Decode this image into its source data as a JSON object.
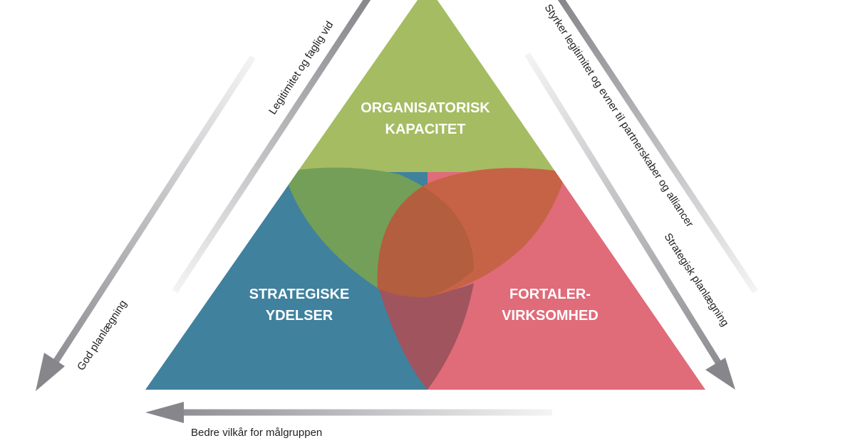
{
  "regions": {
    "top": {
      "line1": "ORGANISATORISK",
      "line2": "KAPACITET",
      "color": "#a5bc62"
    },
    "left": {
      "line1": "STRATEGISKE",
      "line2": "YDELSER",
      "color": "#40819e"
    },
    "right": {
      "line1": "FORTALER-",
      "line2": "VIRKSOMHED",
      "color": "#e06b79"
    },
    "overlap_colors": {
      "top_left": "#739f58",
      "top_right": "#c66346",
      "left_right": "#a0545e",
      "center": "#b35e3e"
    }
  },
  "arrows": {
    "left_inner": {
      "label": "Legitimitet og faglig vid"
    },
    "left_outer": {
      "label": "God planlægning"
    },
    "right_inner": {
      "label": "Styrker legitimitet og evner til partnerskaber  og alliancer"
    },
    "right_outer": {
      "label": "Strategisk planlægning"
    },
    "bottom": {
      "label": "Bedre vilkår for målgruppen"
    },
    "color": "#8d8d92"
  }
}
